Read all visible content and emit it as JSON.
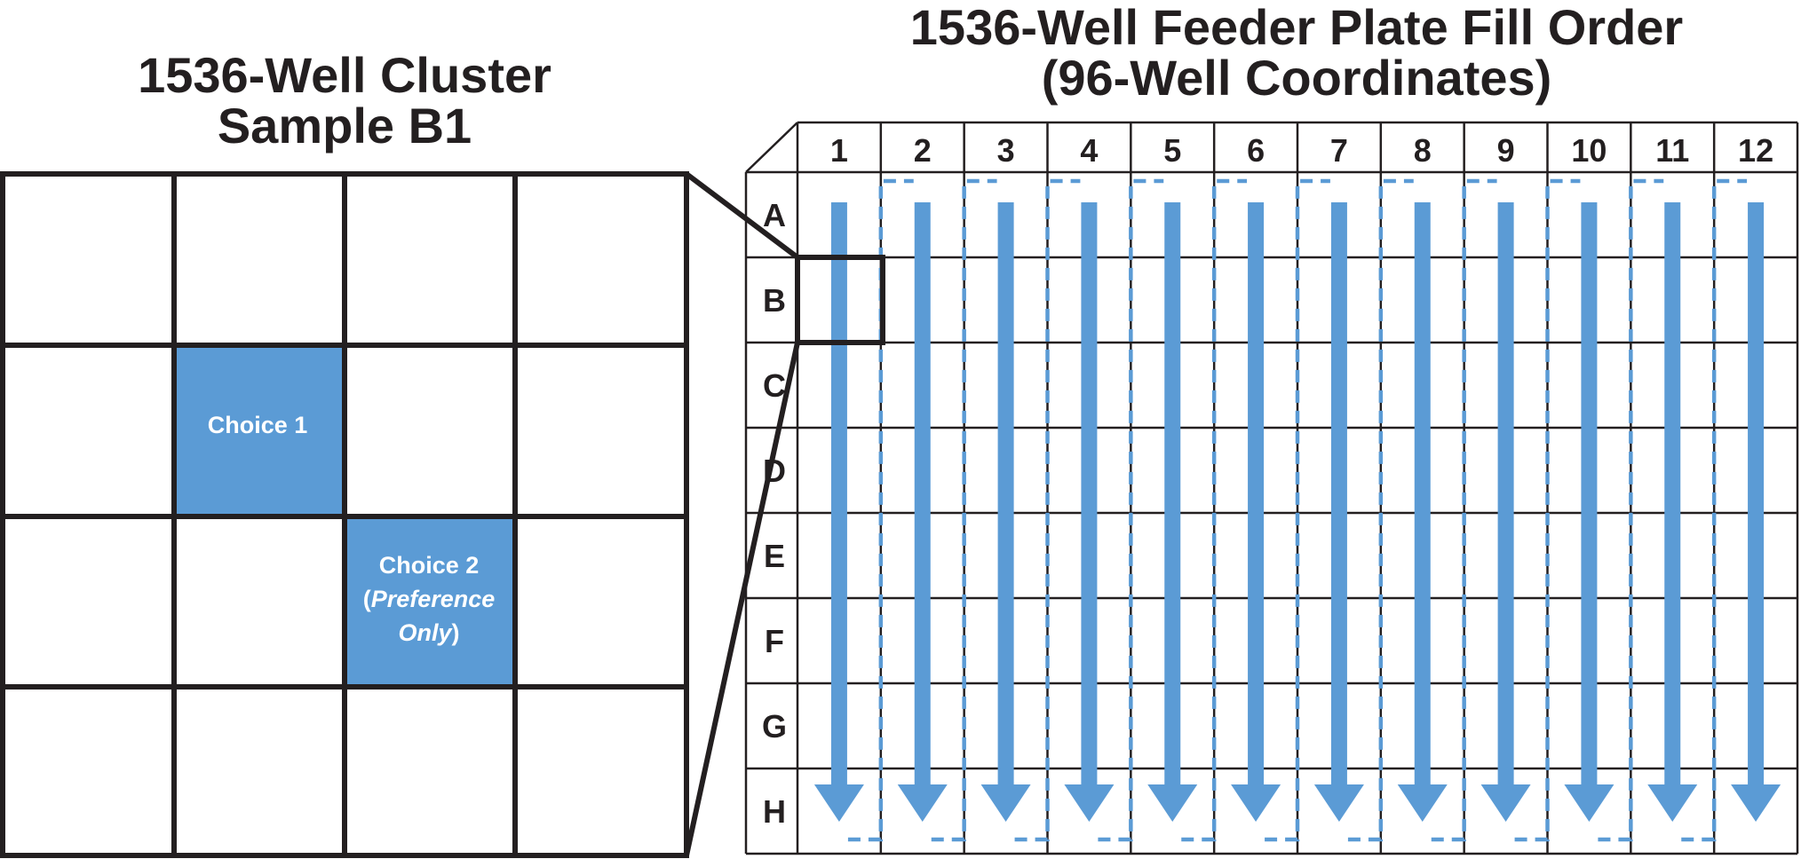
{
  "cluster": {
    "title_line1": "1536-Well Cluster",
    "title_line2": "Sample B1",
    "choice1": "Choice 1",
    "choice2_line1": "Choice 2",
    "choice2_line2_prefix": "(",
    "choice2_line2_italic": "Preference",
    "choice2_line3_italic": "Only",
    "choice2_line3_suffix": ")"
  },
  "plate": {
    "title_line1": "1536-Well Feeder Plate Fill Order",
    "title_line2": "(96-Well Coordinates)",
    "columns": [
      "1",
      "2",
      "3",
      "4",
      "5",
      "6",
      "7",
      "8",
      "9",
      "10",
      "11",
      "12"
    ],
    "rows": [
      "A",
      "B",
      "C",
      "D",
      "E",
      "F",
      "G",
      "H"
    ],
    "highlighted_well": "B1"
  },
  "colors": {
    "accent_blue": "#5b9bd5",
    "line": "#231f20"
  }
}
